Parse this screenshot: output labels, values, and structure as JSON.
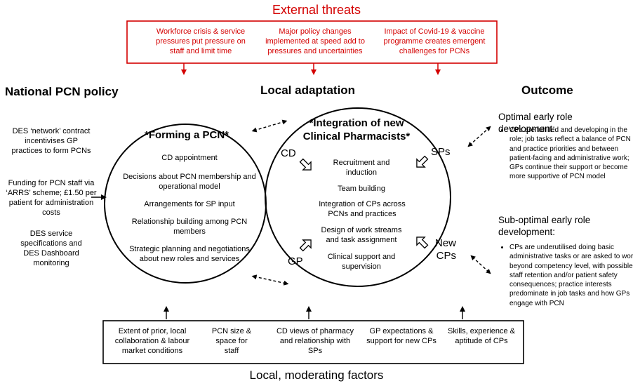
{
  "external": {
    "title": "External threats",
    "threats": [
      "Workforce crisis & service pressures put pressure on staff and limit time",
      "Major policy changes implemented at speed add to pressures and uncertainties",
      "Impact of Covid-19 & vaccine programme creates emergent challenges for PCNs"
    ]
  },
  "headings": {
    "national": "National PCN policy",
    "local": "Local adaptation",
    "outcome": "Outcome"
  },
  "policy": {
    "items": [
      "DES ‘network’ contract incentivises GP practices to form PCNs",
      "Funding for PCN staff via ‘ARRS’ scheme; £1.50 per patient for administration costs",
      "DES service specifications and DES Dashboard monitoring"
    ]
  },
  "forming": {
    "title": "*Forming a PCN*",
    "items": [
      "CD appointment",
      "Decisions about PCN membership and operational model",
      "Arrangements for SP input",
      "Relationship building among PCN members",
      "Strategic planning and negotiations about new roles and services"
    ]
  },
  "integration": {
    "title": "*Integration of new Clinical Pharmacists*",
    "items": [
      "Recruitment and induction",
      "Team building",
      "Integration of CPs across PCNs and practices",
      "Design of work streams and task assignment",
      "Clinical support and supervision"
    ],
    "nodes": {
      "cd": "CD",
      "sps": "SPs",
      "gp": "GP",
      "new_cps": "New CPs"
    }
  },
  "outcome": {
    "optimal_title": "Optimal early role development:",
    "optimal_text": "CPs are fulfilled and developing in the role; job tasks reflect a balance of PCN and practice priorities and between patient-facing and administrative work; GPs continue their support or become more supportive of PCN model",
    "suboptimal_title": "Sub-optimal early role development:",
    "suboptimal_text": "CPs are underutilised doing basic administrative tasks or are asked to work beyond competency level, with possible staff retention and/or patient safety consequences; practice interests predominate in job tasks and how GPs engage with PCN"
  },
  "factors": {
    "title": "Local, moderating factors",
    "items": [
      "Extent of prior, local collaboration & labour market conditions",
      "PCN size & space for staff",
      "CD views of pharmacy and relationship with SPs",
      "GP expectations & support for new CPs",
      "Skills, experience & aptitude of CPs"
    ]
  },
  "colors": {
    "threat": "#d40000",
    "line": "#000000"
  }
}
